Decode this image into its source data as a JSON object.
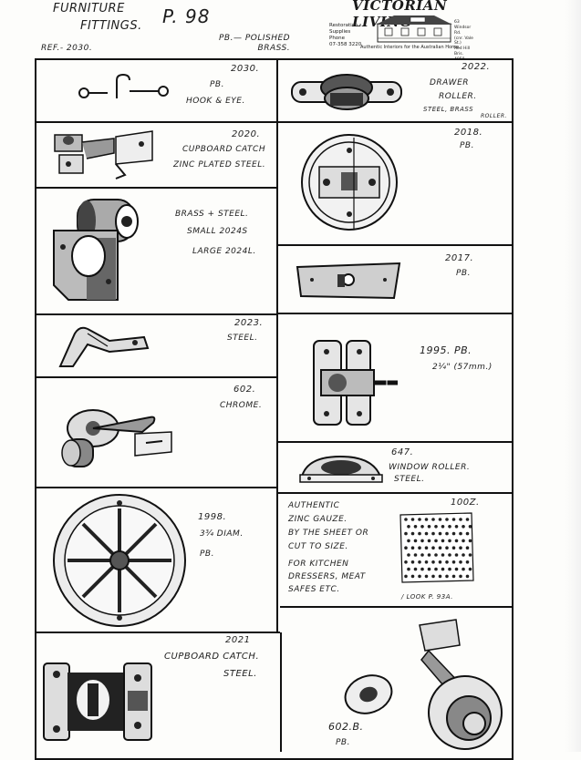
{
  "header": {
    "title_line1": "FURNITURE",
    "title_line2": "FITTINGS.",
    "page": "P. 98",
    "ref": "REF.- 2030.",
    "finish_line1": "PB.— POLISHED",
    "finish_line2": "BRASS."
  },
  "logo": {
    "name": "VICTORIAN LIVING",
    "line1": "Restoration",
    "line2": "Supplies",
    "line3": "Phone",
    "line4": "07-358 3220",
    "addr1": "63 Windsor Rd.",
    "addr2": "(cnr. Vale St.)",
    "addr3": "Red Hill",
    "addr4": "Bris. 4059",
    "tagline": "Authentic Interiors for the Australian Home."
  },
  "items": {
    "i2030": {
      "code": "2030.",
      "l1": "PB.",
      "l2": "HOOK & EYE."
    },
    "i2022": {
      "code": "2022.",
      "l1": "DRAWER",
      "l2": "ROLLER.",
      "l3": "STEEL, BRASS",
      "l4": "ROLLER."
    },
    "i2020": {
      "code": "2020.",
      "l1": "CUPBOARD CATCH",
      "l2": "ZINC PLATED STEEL."
    },
    "i2018": {
      "code": "2018.",
      "l1": "PB."
    },
    "i2024": {
      "l1": "BRASS + STEEL.",
      "l2": "SMALL 2024S",
      "l3": "LARGE 2024L."
    },
    "i2017": {
      "code": "2017.",
      "l1": "PB."
    },
    "i2023": {
      "code": "2023.",
      "l1": "STEEL."
    },
    "i1995": {
      "code": "1995. PB.",
      "l1": "2¼\" (57mm.)"
    },
    "i602": {
      "code": "602.",
      "l1": "CHROME."
    },
    "i647": {
      "code": "647.",
      "l1": "WINDOW ROLLER.",
      "l2": "STEEL."
    },
    "i1998": {
      "code": "1998.",
      "l1": "3¾ DIAM.",
      "l2": "PB."
    },
    "i1002": {
      "code": "100Z.",
      "l1": "AUTHENTIC",
      "l2": "ZINC GAUZE.",
      "l3": "BY THE SHEET OR",
      "l4": "CUT TO SIZE.",
      "l5": "FOR KITCHEN",
      "l6": "DRESSERS, MEAT",
      "l7": "SAFES ETC.",
      "l8": "/ LOOK P. 93A."
    },
    "i2021": {
      "code": "2021",
      "l1": "CUPBOARD CATCH.",
      "l2": "STEEL."
    },
    "i602b": {
      "code": "602.B.",
      "l1": "PB."
    }
  }
}
